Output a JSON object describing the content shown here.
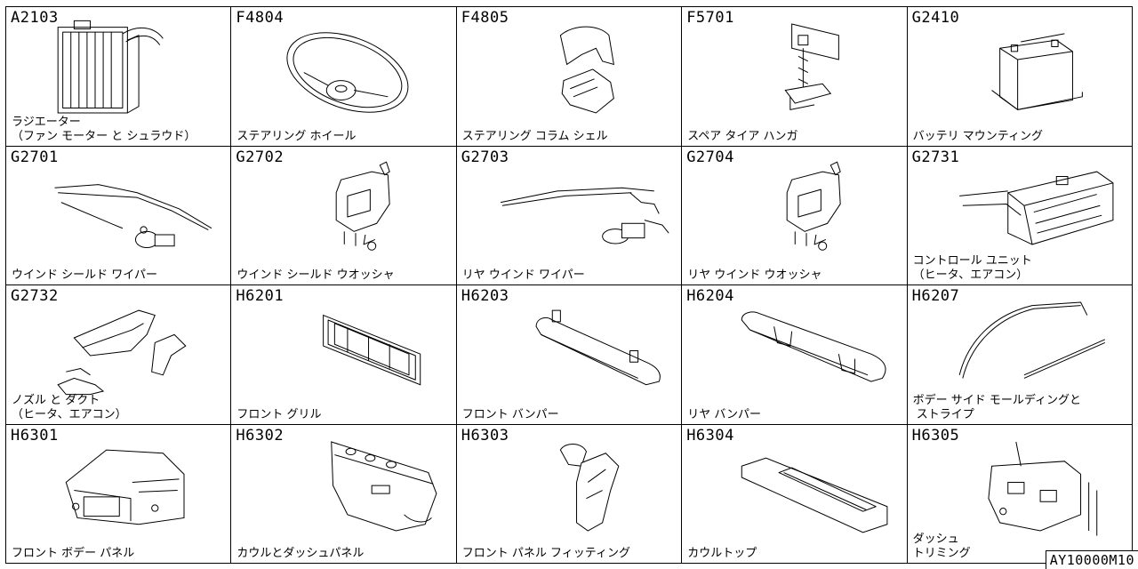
{
  "cells": [
    {
      "code": "A2103",
      "label": "ラジエーター\n（ファン モーター と シュラウド）",
      "icon": "radiator-icon"
    },
    {
      "code": "F4804",
      "label": "ステアリング ホイール",
      "icon": "steering-wheel-icon"
    },
    {
      "code": "F4805",
      "label": "ステアリング コラム シェル",
      "icon": "column-shell-icon"
    },
    {
      "code": "F5701",
      "label": "スペア タイア ハンガ",
      "icon": "tire-hanger-icon"
    },
    {
      "code": "G2410",
      "label": "バッテリ マウンティング",
      "icon": "battery-icon"
    },
    {
      "code": "G2701",
      "label": "ウインド シールド ワイパー",
      "icon": "wiper-icon"
    },
    {
      "code": "G2702",
      "label": "ウインド シールド ウオッシャ",
      "icon": "washer-tank-icon"
    },
    {
      "code": "G2703",
      "label": "リヤ ウインド ワイパー",
      "icon": "rear-wiper-icon"
    },
    {
      "code": "G2704",
      "label": "リヤ ウインド ウオッシャ",
      "icon": "washer-tank-icon"
    },
    {
      "code": "G2731",
      "label": "コントロール ユニット\n（ヒータ、エアコン）",
      "icon": "control-unit-icon"
    },
    {
      "code": "G2732",
      "label": "ノズル と ダクト\n（ヒータ、エアコン）",
      "icon": "duct-icon"
    },
    {
      "code": "H6201",
      "label": "フロント グリル",
      "icon": "grille-icon"
    },
    {
      "code": "H6203",
      "label": "フロント バンパー",
      "icon": "front-bumper-icon"
    },
    {
      "code": "H6204",
      "label": "リヤ バンパー",
      "icon": "rear-bumper-icon"
    },
    {
      "code": "H6207",
      "label": "ボデー サイド モールディングと\n ストライプ",
      "icon": "molding-icon"
    },
    {
      "code": "H6301",
      "label": "フロント ボデー パネル",
      "icon": "front-panel-icon"
    },
    {
      "code": "H6302",
      "label": "カウルとダッシュパネル",
      "icon": "dash-panel-icon"
    },
    {
      "code": "H6303",
      "label": "フロント パネル フィッティング",
      "icon": "panel-fitting-icon"
    },
    {
      "code": "H6304",
      "label": "カウルトップ",
      "icon": "cowl-top-icon"
    },
    {
      "code": "H6305",
      "label": "ダッシュ\nトリミング",
      "icon": "dash-trim-icon"
    }
  ],
  "stamp": "AY10000M10"
}
